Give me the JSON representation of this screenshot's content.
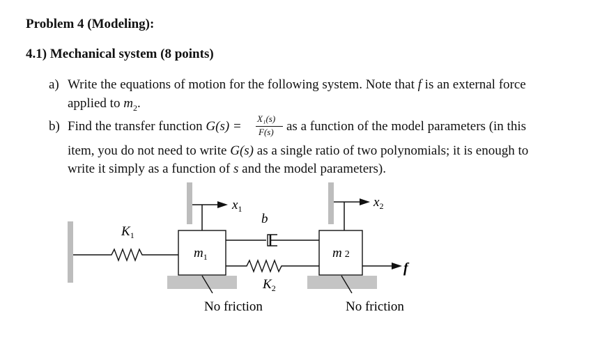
{
  "problem": {
    "title": "Problem 4 (Modeling):",
    "section_title": "4.1) Mechanical system (8 points)"
  },
  "item_a": {
    "marker": "a)",
    "line1_prefix": "Write the equations of motion for the following system. Note that",
    "f_symbol": "f",
    "line1_suffix": "is an external force",
    "line2_prefix": "applied to",
    "m2_symbol": "m",
    "m2_sub": "2",
    "line2_suffix": "."
  },
  "item_b": {
    "marker": "b)",
    "line1_prefix": "Find the transfer function",
    "G_expr": "G(s) =",
    "frac_num": "X₁(s)",
    "frac_den": "F(s)",
    "line1_suffix": "as a function of the model parameters (in this",
    "line2_a": "item, you do not need to write",
    "line2_Gs": "G(s)",
    "line2_b": "as a single ratio of two polynomials; it is enough to",
    "line3_a": "write it simply as a function of",
    "line3_s": "s",
    "line3_b": "and the model parameters)."
  },
  "diagram": {
    "x1_label": "x",
    "x1_sub": "1",
    "x2_label": "x",
    "x2_sub": "2",
    "b_label": "b",
    "K1_label": "K",
    "K1_sub": "1",
    "K2_label": "K",
    "K2_sub": "2",
    "m1_label": "m",
    "m1_sub": "1",
    "m2_label": "m",
    "m2_sub": "2",
    "f_label": "f",
    "friction_left": "No friction",
    "friction_right": "No friction"
  }
}
